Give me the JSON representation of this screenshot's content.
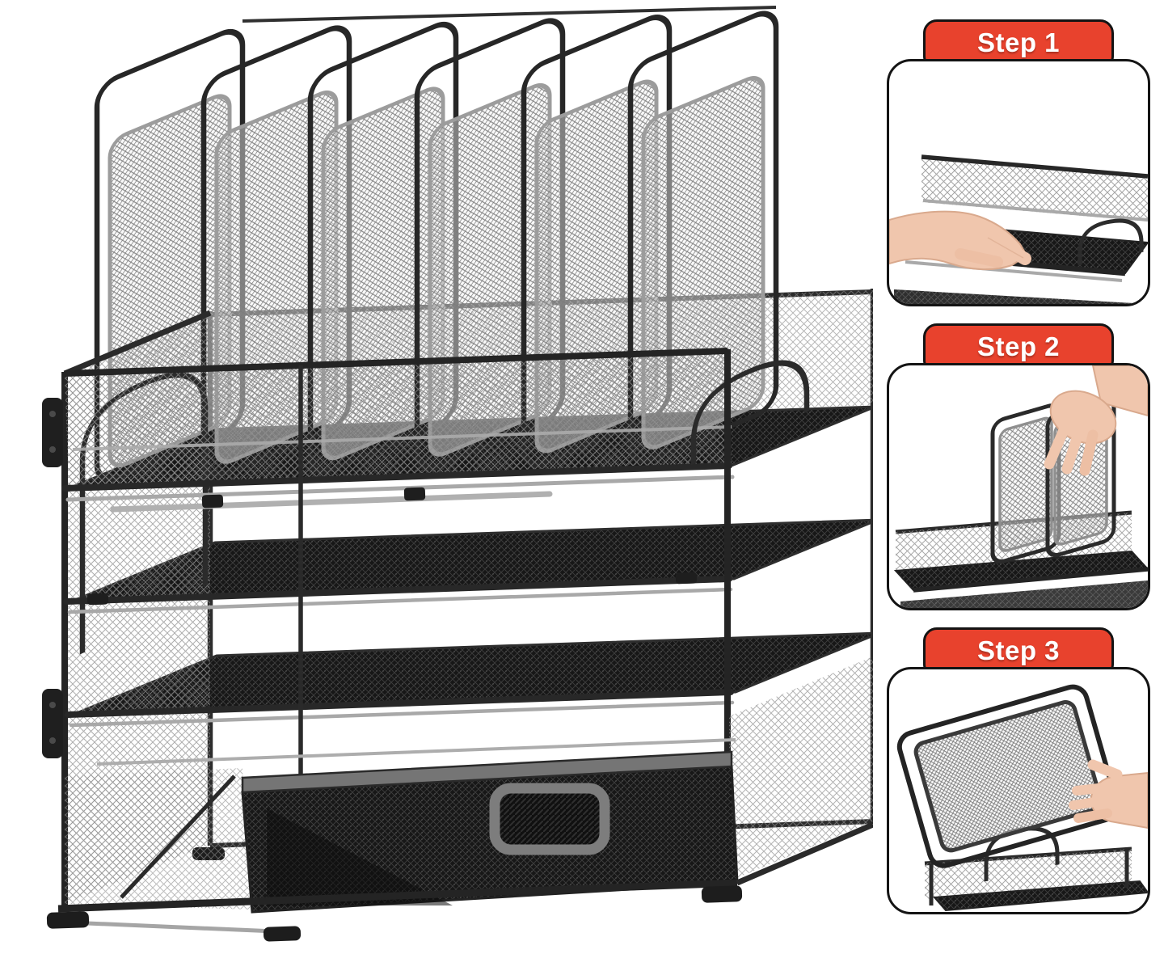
{
  "page": {
    "background": "#ffffff"
  },
  "steps": [
    {
      "id": 1,
      "label": "Step 1"
    },
    {
      "id": 2,
      "label": "Step 2"
    },
    {
      "id": 3,
      "label": "Step 3"
    }
  ],
  "colors": {
    "accent": "#E8422D",
    "ink": "#141414",
    "wire": "#262626",
    "silver": "#9b9b9b",
    "skin": "#f0c6ad"
  },
  "product": {
    "description": "black metal mesh desktop organizer",
    "visible_features": {
      "upright_sorter_sections": 6,
      "letter_trays": 3,
      "sliding_drawers": 1
    }
  }
}
